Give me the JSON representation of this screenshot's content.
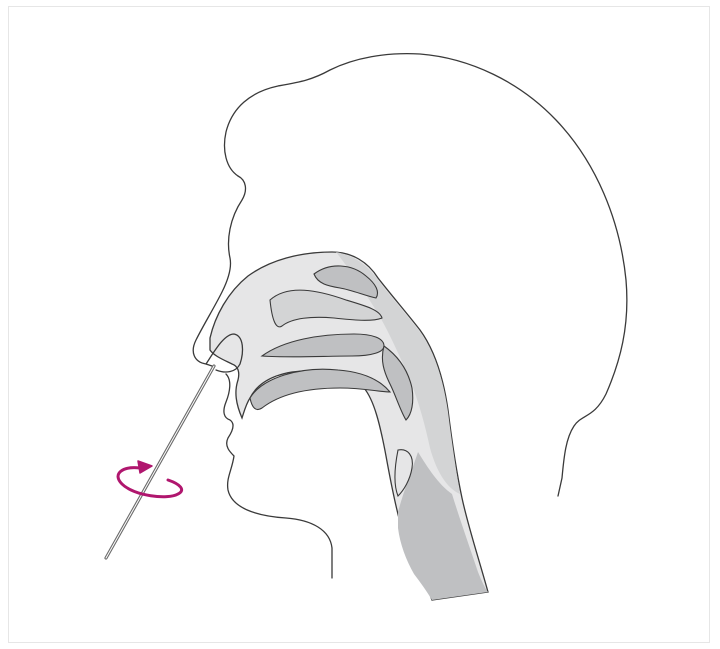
{
  "figure": {
    "description_kind": "illustration",
    "colors": {
      "outline": "#3a3a3a",
      "cavity_light": "#e6e6e7",
      "cavity_mid": "#d3d4d5",
      "cavity_dark": "#bfc0c2",
      "swab": "#6b6b6b",
      "rotation_arrow": "#b0166e",
      "frame_border": "#e6e6e6"
    },
    "icons": [
      "head-profile",
      "nasal-cavity",
      "swab",
      "rotation-arrow-icon"
    ]
  }
}
